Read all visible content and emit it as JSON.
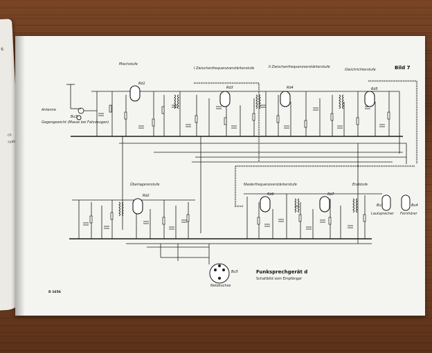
{
  "left_page": {
    "marks": [
      "6",
      "ch",
      "ruktr"
    ]
  },
  "figure": {
    "label": "Bild 7"
  },
  "stages": {
    "mischstufe": "Mischstufe",
    "zf1": "I Zwischenfrequenzverstärkerstufe",
    "zf2": "II Zwischenfrequenzverstärkerstufe",
    "gleichrichter": "Gleichrichterstufe",
    "ueberlagerer": "Überlagererstufe",
    "nf": "Niederfrequenzverstärkerstufe",
    "end": "Endstufe"
  },
  "tubes": [
    "Rö1",
    "Rö2",
    "Rö3",
    "Rö4",
    "Rö5",
    "Rö6",
    "Rö7"
  ],
  "sockets": [
    "Bu1",
    "Bu3",
    "Bu4",
    "Bu5"
  ],
  "antenna": {
    "label": "Antenne",
    "note": "Gegengewicht (Masse bei Fahrzeugen)"
  },
  "devices": [
    "Lautsprecher",
    "Fernhörer",
    "Netzbuchse"
  ],
  "caption": {
    "title": "Funksprechgerät d",
    "subtitle": "Schaltbild vom Empfänger"
  },
  "page_code": "D 1656"
}
